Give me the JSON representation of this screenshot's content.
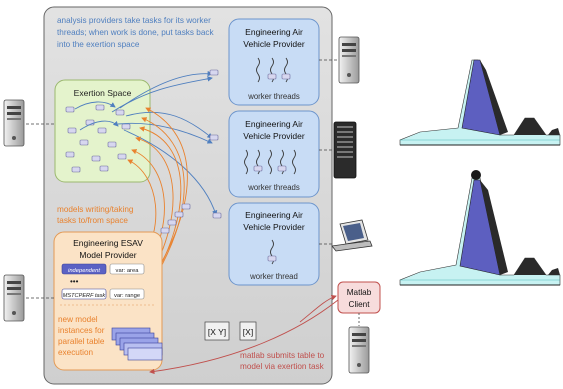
{
  "note_top": [
    "analysis providers take tasks for its worker",
    "threads; when work is done, put tasks back",
    "into the exertion space"
  ],
  "exertion_space": {
    "title": "Exertion Space"
  },
  "providers": [
    {
      "title1": "Engineering Air",
      "title2": "Vehicle Provider",
      "caption": "worker threads"
    },
    {
      "title1": "Engineering Air",
      "title2": "Vehicle Provider",
      "caption": "worker threads"
    },
    {
      "title1": "Engineering Air",
      "title2": "Vehicle Provider",
      "caption": "worker thread"
    }
  ],
  "models_note": [
    "models writing/taking",
    "tasks to/from space"
  ],
  "esav": {
    "title1": "Engineering ESAV",
    "title2": "Model Provider",
    "chip_independent": "independent",
    "chip_var_area": "var: area",
    "dots": "•••",
    "chip_task": "MSTCPERF task",
    "chip_var_range": "var: range",
    "note": [
      "new model",
      "instances for",
      "parallel table",
      "execution"
    ]
  },
  "matlab": {
    "line1": "Matlab",
    "line2": "Client"
  },
  "bracket1": "[X Y]",
  "bracket2": "[X]",
  "matlab_note": [
    "matlab submits table to",
    "model via exertion task"
  ],
  "colors": {
    "panel": "#d9d9d9",
    "exertion_fill": "#e4f3cc",
    "provider_fill": "#c8dcf5",
    "esav_fill": "#fbe3c6",
    "matlab_fill": "#f7dcdc",
    "note_blue": "#4f7fbf",
    "note_orange": "#e9822e",
    "arrow_red": "#c0504d",
    "aircraft_blue": "#5d5fc0",
    "aircraft_cyan": "#c7f2f2"
  }
}
